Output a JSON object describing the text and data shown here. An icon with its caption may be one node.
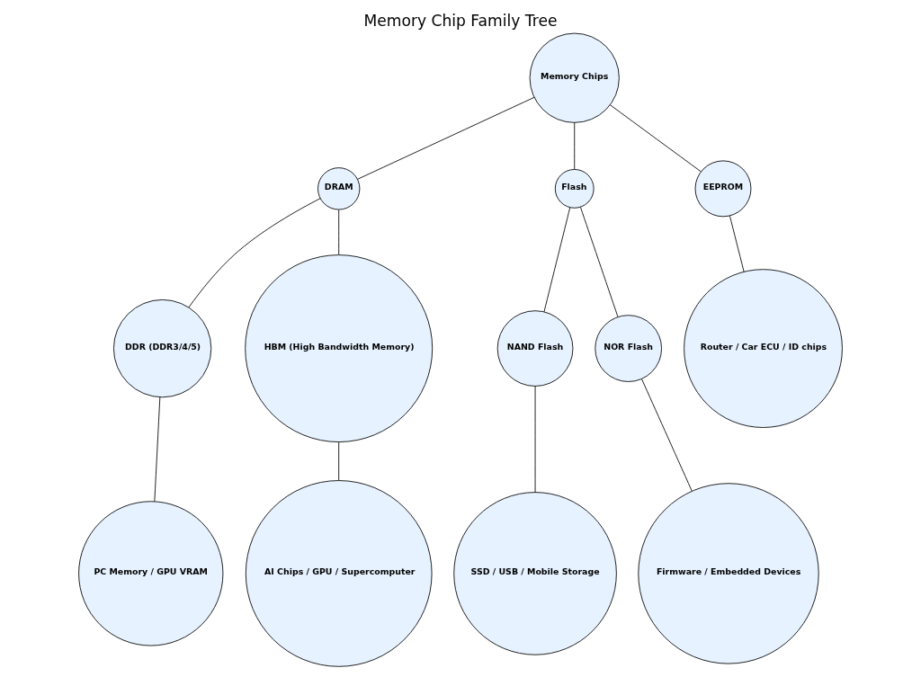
{
  "diagram": {
    "title": "Memory Chip Family Tree",
    "nodes": [
      {
        "text": [
          "Memory Chips"
        ]
      },
      {
        "text": [
          "DRAM"
        ]
      },
      {
        "text": [
          "Flash"
        ]
      },
      {
        "text": [
          "EEPROM"
        ]
      },
      {
        "text": [
          "DDR (DDR3/4/5)"
        ]
      },
      {
        "text": [
          "HBM (High Bandwidth Memory)"
        ]
      },
      {
        "text": [
          "NAND Flash"
        ]
      },
      {
        "text": [
          "NOR Flash"
        ]
      },
      {
        "text": [
          "Router / Car ECU / ID chips"
        ]
      },
      {
        "text": [
          "PC Memory / GPU VRAM"
        ]
      },
      {
        "text": [
          "AI Chips / GPU / Supercomputer"
        ]
      },
      {
        "text": [
          "SSD / USB / Mobile Storage"
        ]
      },
      {
        "text": [
          "Firmware / Embedded Devices"
        ]
      }
    ],
    "edges": [
      {
        "from": 0,
        "to": 1,
        "arrow": "none"
      },
      {
        "from": 0,
        "to": 2,
        "arrow": "none"
      },
      {
        "from": 0,
        "to": 3,
        "arrow": "none"
      },
      {
        "from": 1,
        "to": 4,
        "arrow": "none"
      },
      {
        "from": 1,
        "to": 5,
        "arrow": "none"
      },
      {
        "from": 2,
        "to": 6,
        "arrow": "none"
      },
      {
        "from": 2,
        "to": 7,
        "arrow": "none"
      },
      {
        "from": 3,
        "to": 8,
        "arrow": "none"
      },
      {
        "from": 4,
        "to": 9,
        "arrow": "none"
      },
      {
        "from": 5,
        "to": 10,
        "arrow": "none"
      },
      {
        "from": 6,
        "to": 11,
        "arrow": "none"
      },
      {
        "from": 7,
        "to": 12,
        "arrow": "none"
      }
    ]
  }
}
